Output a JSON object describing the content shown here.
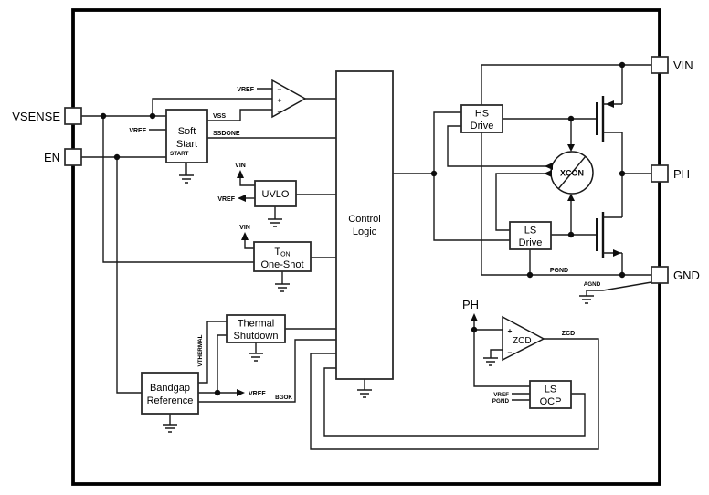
{
  "pins": {
    "vsense": "VSENSE",
    "en": "EN",
    "vin": "VIN",
    "ph": "PH",
    "gnd": "GND"
  },
  "blocks": {
    "soft_start": {
      "line1": "Soft",
      "line2": "Start"
    },
    "uvlo": {
      "label": "UVLO"
    },
    "ton": {
      "t": "T",
      "on": "ON",
      "line2": "One-Shot"
    },
    "control": {
      "line1": "Control",
      "line2": "Logic"
    },
    "hs_drive": {
      "line1": "HS",
      "line2": "Drive"
    },
    "ls_drive": {
      "line1": "LS",
      "line2": "Drive"
    },
    "thermal": {
      "line1": "Thermal",
      "line2": "Shutdown"
    },
    "bandgap": {
      "line1": "Bandgap",
      "line2": "Reference"
    },
    "ls_ocp": {
      "line1": "LS",
      "line2": "OCP"
    },
    "xcon": {
      "label": "XCON"
    },
    "zcd": {
      "label": "ZCD"
    }
  },
  "signals": {
    "vref": "VREF",
    "vss": "VSS",
    "ssdone": "SSDONE",
    "start": "START",
    "vin": "VIN",
    "pgnd": "PGND",
    "agnd": "AGND",
    "bgok": "BGOK",
    "vthermal": "VTHERMAL",
    "zcd": "ZCD",
    "ph": "PH"
  },
  "signs": {
    "plus": "+",
    "minus": "−"
  },
  "colors": {
    "line": "#1a1a1a",
    "background": "#ffffff"
  }
}
